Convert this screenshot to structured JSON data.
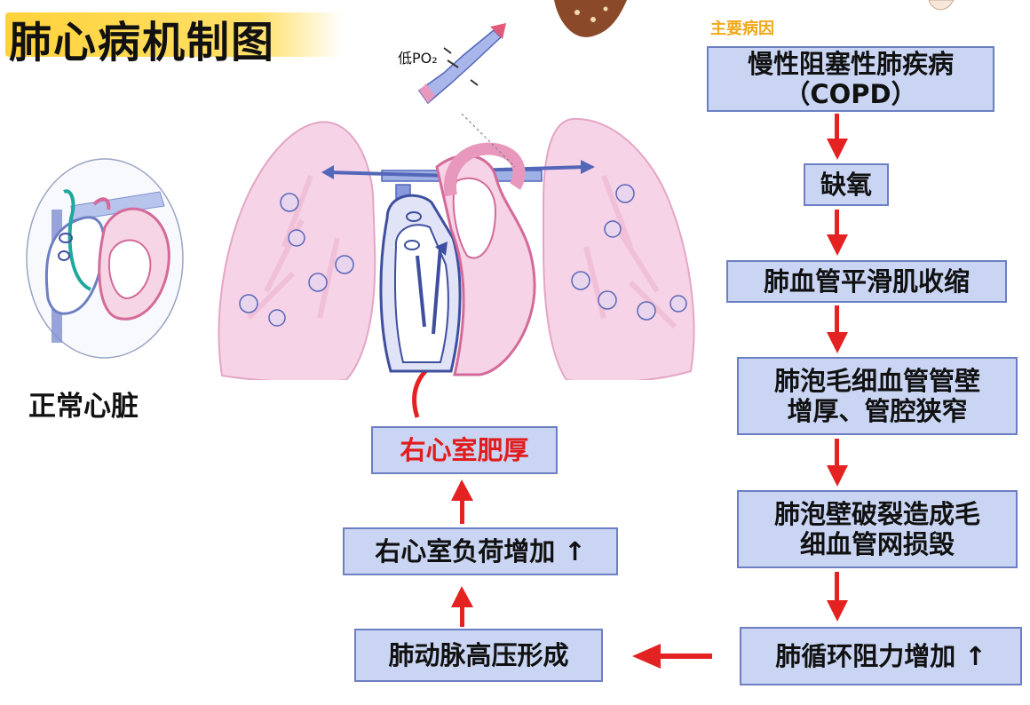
{
  "title": "肺心病机制图",
  "causes_label": "主要病因",
  "flow_right": [
    {
      "lines": [
        "慢性阻塞性肺疾病",
        "（COPD）"
      ]
    },
    {
      "lines": [
        "缺氧"
      ]
    },
    {
      "lines": [
        "肺血管平滑肌收缩"
      ]
    },
    {
      "lines": [
        "肺泡毛细血管管壁",
        "增厚、管腔狭窄"
      ]
    },
    {
      "lines": [
        "肺泡壁破裂造成毛",
        "细血管网损毁"
      ]
    },
    {
      "lines": [
        "肺循环阻力增加 ↑"
      ]
    }
  ],
  "flow_left": [
    {
      "text": "肺动脉高压形成"
    },
    {
      "text": "右心室负荷增加 ↑"
    },
    {
      "text": "右心室肥厚"
    }
  ],
  "normal_heart_label": "正常心脏",
  "low_po2_label": "低PO₂",
  "colors": {
    "box_fill": "#c9d5f3",
    "box_border": "#6d7fc3",
    "arrow_red": "#e52222",
    "title_highlight": "#ffd23a",
    "label_orange": "#f0a81c",
    "lung_pink": "#f4c7dd",
    "vessel_blue": "#5466b8"
  }
}
